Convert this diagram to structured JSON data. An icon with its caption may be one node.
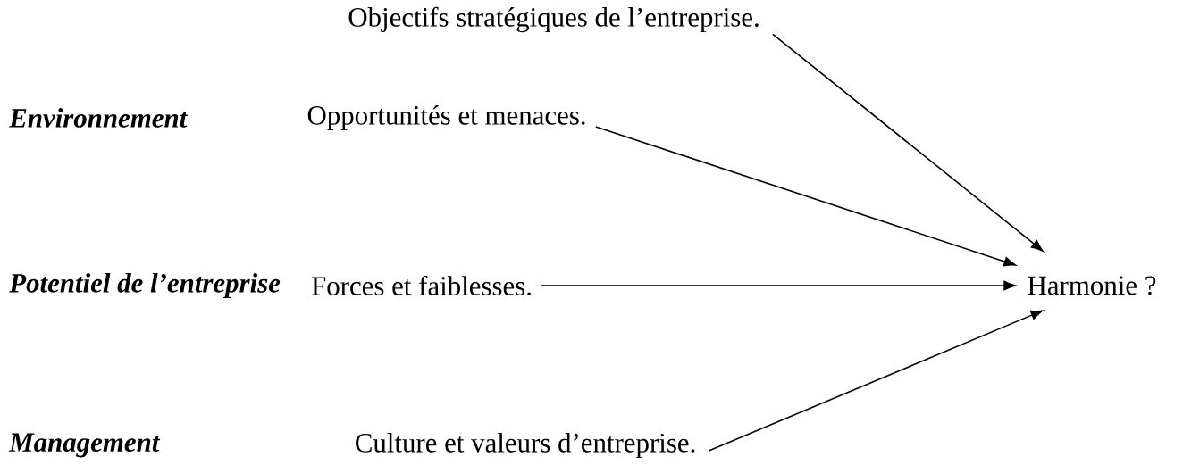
{
  "diagram": {
    "nodes": [
      {
        "text": [
          "Objectifs stratégiques de l’entreprise."
        ]
      },
      {
        "text": [
          "Opportunités et menaces."
        ]
      },
      {
        "text": [
          "Forces et faiblesses."
        ]
      },
      {
        "text": [
          "Culture et valeurs d’entreprise."
        ]
      },
      {
        "text": [
          "Harmonie ?"
        ]
      }
    ],
    "edges": [
      {
        "from": 0,
        "to": 4,
        "arrow": "to"
      },
      {
        "from": 1,
        "to": 4,
        "arrow": "to"
      },
      {
        "from": 2,
        "to": 4,
        "arrow": "to"
      },
      {
        "from": 3,
        "to": 4,
        "arrow": "to"
      }
    ],
    "labels": [
      "Environnement",
      "Potentiel de l’entreprise",
      "Management"
    ]
  }
}
